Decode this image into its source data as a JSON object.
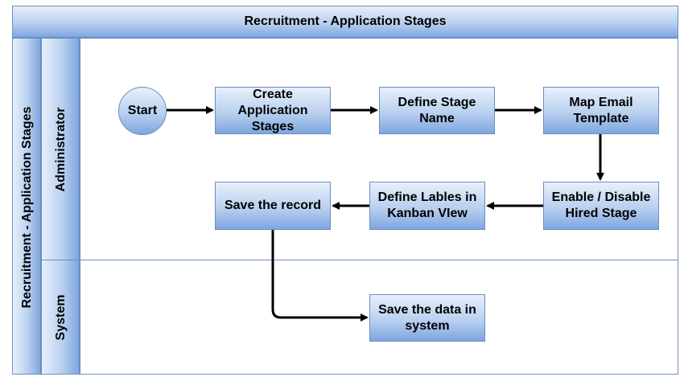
{
  "pool": {
    "title": "Recruitment - Application Stages",
    "side_label": "Recruitment - Application Stages"
  },
  "lanes": {
    "administrator": "Administrator",
    "system": "System"
  },
  "nodes": {
    "start": "Start",
    "create_stages": "Create\nApplication\nStages",
    "define_stage_name": "Define Stage\nName",
    "map_email": "Map Email\nTemplate",
    "enable_disable": "Enable / Disable\nHired Stage",
    "define_labels": "Define Lables in\nKanban VIew",
    "save_record": "Save the record",
    "save_data": "Save the data in\nsystem"
  },
  "colors": {
    "fill_light": "#e8f0fb",
    "fill_dark": "#7ea6e0",
    "stroke": "#6c8ebf",
    "edge": "#000000"
  }
}
